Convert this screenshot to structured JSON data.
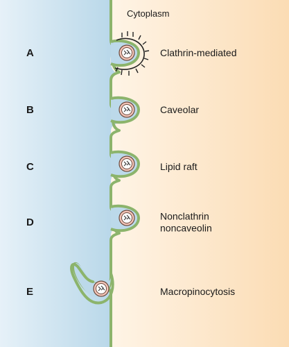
{
  "cytoplasm_label": "Cytoplasm",
  "colors": {
    "extracellular": "#bcd9ea",
    "cytoplasm": "#fde6c8",
    "membrane": "#8cb46c",
    "vesicle_fill": "#f3c4b8",
    "clathrin_coat": "#222222"
  },
  "pathways": [
    {
      "letter": "A",
      "label_lines": [
        "Clathrin-mediated"
      ],
      "icon": "clathrin-coated-pit"
    },
    {
      "letter": "B",
      "label_lines": [
        "Caveolar"
      ],
      "icon": "caveola"
    },
    {
      "letter": "C",
      "label_lines": [
        "Lipid raft"
      ],
      "icon": "lipid-raft-pit"
    },
    {
      "letter": "D",
      "label_lines": [
        "Nonclathrin",
        "noncaveolin"
      ],
      "icon": "nonclathrin-pit"
    },
    {
      "letter": "E",
      "label_lines": [
        "Macropinocytosis"
      ],
      "icon": "macropinocytic-ruffle"
    }
  ]
}
